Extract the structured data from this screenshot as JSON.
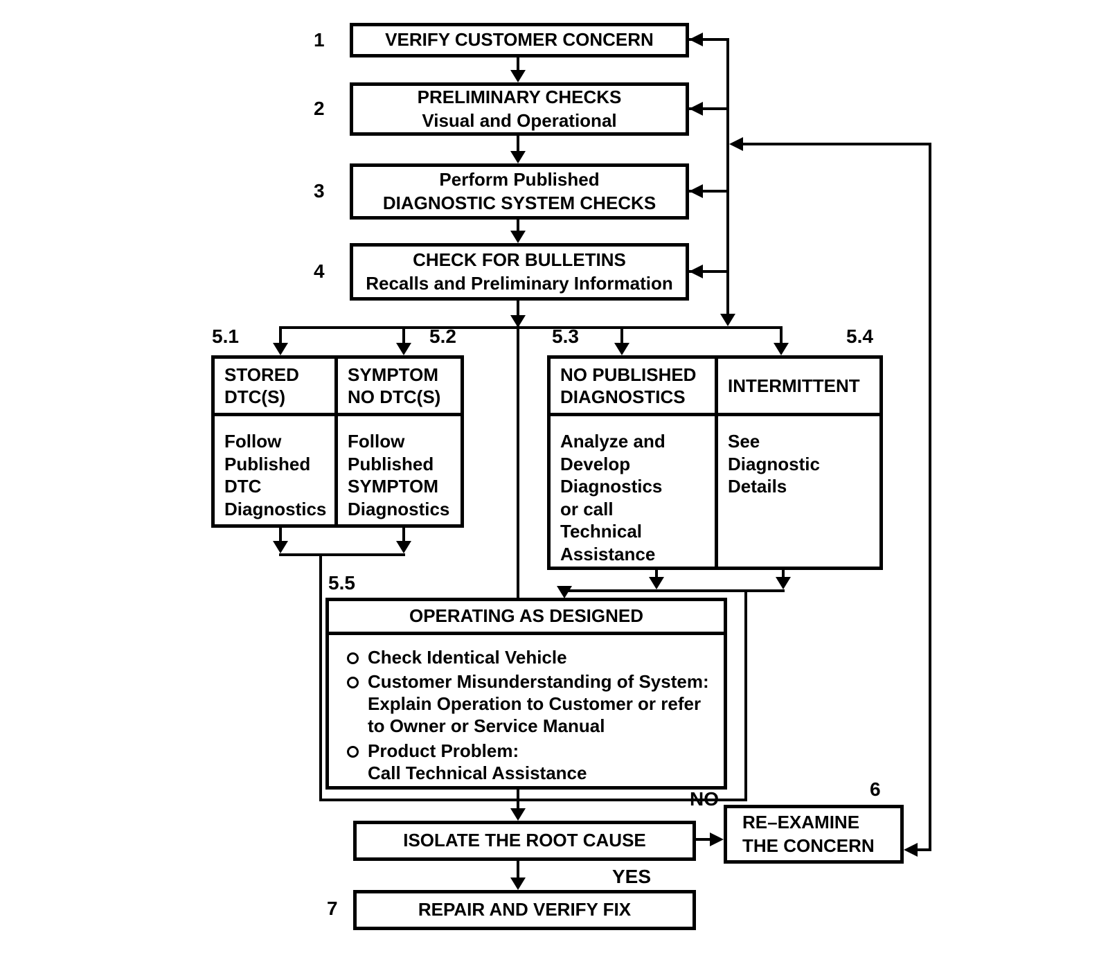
{
  "canvas": {
    "background": "#ffffff",
    "line_color": "#000000"
  },
  "steps": [
    {
      "num": "1",
      "text": "VERIFY CUSTOMER CONCERN"
    },
    {
      "num": "2",
      "text": "PRELIMINARY CHECKS\nVisual and Operational"
    },
    {
      "num": "3",
      "text": "Perform Published\nDIAGNOSTIC SYSTEM CHECKS"
    },
    {
      "num": "4",
      "text": "CHECK FOR BULLETINS\nRecalls and Preliminary Information"
    }
  ],
  "branches": [
    {
      "num": "5.1",
      "header": "STORED\nDTC(S)",
      "body": "Follow\nPublished\nDTC\nDiagnostics"
    },
    {
      "num": "5.2",
      "header": "SYMPTOM\nNO DTC(S)",
      "body": "Follow\nPublished\nSYMPTOM\nDiagnostics"
    },
    {
      "num": "5.3",
      "header": "NO PUBLISHED\nDIAGNOSTICS",
      "body": "Analyze and\nDevelop\nDiagnostics\nor call\nTechnical\nAssistance"
    },
    {
      "num": "5.4",
      "header": "INTERMITTENT",
      "body": "See\nDiagnostic\nDetails"
    }
  ],
  "operating_as_designed": {
    "num": "5.5",
    "title": "OPERATING AS DESIGNED",
    "bullets": [
      "Check Identical Vehicle",
      "Customer Misunderstanding of System:\nExplain Operation to Customer or refer\nto Owner or Service Manual",
      "Product Problem:\nCall Technical Assistance"
    ]
  },
  "outcome": {
    "isolate": {
      "text": "ISOLATE THE ROOT CAUSE"
    },
    "reexamine": {
      "num": "6",
      "text": "RE–EXAMINE\nTHE CONCERN"
    },
    "repair": {
      "num": "7",
      "text": "REPAIR AND VERIFY FIX"
    },
    "labels": {
      "no": "NO",
      "yes": "YES"
    }
  }
}
